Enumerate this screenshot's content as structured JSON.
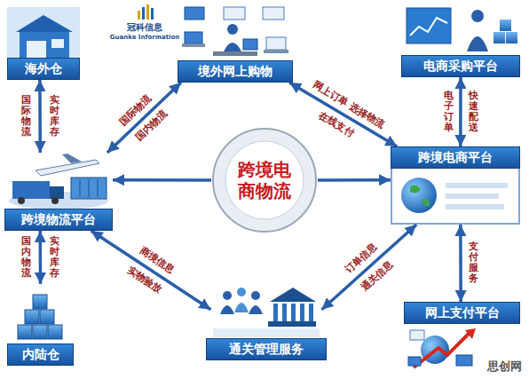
{
  "diagram": {
    "nodes": [
      {
        "text": [
          "海外仓"
        ]
      },
      {
        "text": [
          "境外网上购物"
        ]
      },
      {
        "text": [
          "电商采购平台"
        ]
      },
      {
        "text": [
          "跨境物流平台"
        ]
      },
      {
        "text": [
          "跨境电商物流"
        ]
      },
      {
        "text": [
          "跨境电商平台"
        ]
      },
      {
        "text": [
          "内陆仓"
        ]
      },
      {
        "text": [
          "通关管理服务"
        ]
      },
      {
        "text": [
          "网上支付平台"
        ]
      }
    ],
    "edges": [
      {
        "from": 0,
        "to": 3,
        "arrow": "both",
        "label": "国际物流"
      },
      {
        "from": 3,
        "to": 6,
        "arrow": "both",
        "label": "国内物流"
      },
      {
        "from": 1,
        "to": 3,
        "arrow": "both",
        "label": "国际物流"
      },
      {
        "from": 1,
        "to": 5,
        "arrow": "both",
        "label": "网上订单 选择物流"
      },
      {
        "from": 2,
        "to": 5,
        "arrow": "both",
        "label": "电子订单"
      },
      {
        "from": 5,
        "to": 8,
        "arrow": "both",
        "label": "支付服务"
      },
      {
        "from": 3,
        "to": 7,
        "arrow": "both",
        "label": "商境信息"
      },
      {
        "from": 5,
        "to": 7,
        "arrow": "both",
        "label": "订单信息"
      },
      {
        "from": 4,
        "to": 3,
        "arrow": "to"
      },
      {
        "from": 4,
        "to": 5,
        "arrow": "to"
      }
    ],
    "labels": [
      "冠科信息",
      "Guanke Information",
      "实时库存",
      "实时库存",
      "国内物流",
      "在线支付",
      "快速配送",
      "实物验放",
      "通关信息",
      "思创网"
    ]
  }
}
